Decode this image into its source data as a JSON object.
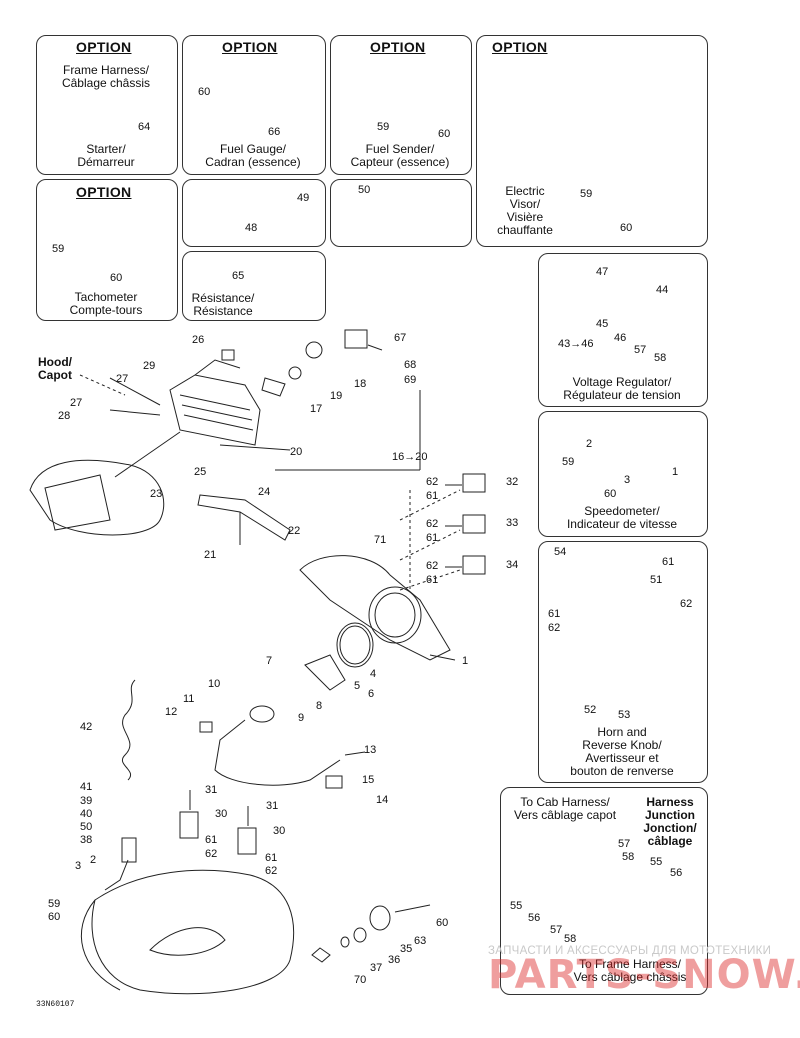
{
  "option_label": "OPTION",
  "boxes": {
    "starter": {
      "line1": "Frame Harness/",
      "line2": "Câblage châssis",
      "part": "64",
      "label1": "Starter/",
      "label2": "Démarreur"
    },
    "fuel_gauge": {
      "part_a": "60",
      "part_b": "66",
      "label1": "Fuel Gauge/",
      "label2": "Cadran (essence)"
    },
    "fuel_sender": {
      "part_a": "59",
      "part_b": "60",
      "label1": "Fuel Sender/",
      "label2": "Capteur (essence)"
    },
    "visor": {
      "label1": "Electric",
      "label2": "Visor/",
      "label3": "Visière",
      "label4": "chauffante",
      "part_a": "59",
      "part_b": "60"
    },
    "tachometer": {
      "part_a": "59",
      "part_b": "60",
      "label1": "Tachometer",
      "label2": "Compte-tours"
    },
    "ties": {
      "part_a": "49",
      "part_b": "48"
    },
    "connector": {
      "part": "50"
    },
    "resistance": {
      "part": "65",
      "label1": "Résistance/",
      "label2": "Résistance"
    },
    "regulator": {
      "part_a": "47",
      "part_b": "44",
      "part_c": "45",
      "part_d": "46",
      "range": "43→46",
      "part_e": "57",
      "part_f": "58",
      "label1": "Voltage Regulator/",
      "label2": "Régulateur de tension"
    },
    "speedometer": {
      "part_a": "2",
      "part_b": "59",
      "part_c": "3",
      "part_d": "1",
      "part_e": "60",
      "label1": "Speedometer/",
      "label2": "Indicateur de vitesse"
    },
    "horn": {
      "part_a": "54",
      "part_b": "61",
      "part_c": "51",
      "part_d": "62",
      "part_e": "61",
      "part_f": "62",
      "part_g": "52",
      "part_h": "53",
      "label1": "Horn and",
      "label2": "Reverse Knob/",
      "label3": "Avertisseur et",
      "label4": "bouton de renverse"
    },
    "junction": {
      "to_cab1": "To Cab Harness/",
      "to_cab2": "Vers câblage capot",
      "title1": "Harness",
      "title2": "Junction",
      "title3": "Jonction/",
      "title4": "câblage",
      "to_frame1": "To Frame Harness/",
      "to_frame2": "Vers câblage châssis",
      "nums": [
        "57",
        "58",
        "55",
        "56",
        "55",
        "56",
        "57",
        "58"
      ]
    }
  },
  "main": {
    "hood1": "Hood/",
    "hood2": "Capot",
    "nums": [
      "26",
      "29",
      "27",
      "28",
      "27",
      "18",
      "17",
      "19",
      "20",
      "16→20",
      "67",
      "68",
      "69",
      "25",
      "24",
      "23",
      "22",
      "21",
      "62",
      "61",
      "32",
      "62",
      "61",
      "33",
      "71",
      "62",
      "61",
      "34",
      "1",
      "7",
      "4",
      "5",
      "6",
      "10",
      "8",
      "9",
      "11",
      "12",
      "13",
      "15",
      "14",
      "42",
      "41",
      "39",
      "40",
      "50",
      "38",
      "31",
      "30",
      "61",
      "62",
      "31",
      "30",
      "61",
      "62",
      "3",
      "2",
      "59",
      "60",
      "60",
      "63",
      "35",
      "36",
      "37",
      "70"
    ]
  },
  "watermark_line1": "ЗАПЧАСТИ И АКСЕССУАРЫ ДЛЯ МОТОТЕХНИКИ",
  "watermark_line2": "PARTS-SNOW.RU",
  "figure_code": "33N60107"
}
